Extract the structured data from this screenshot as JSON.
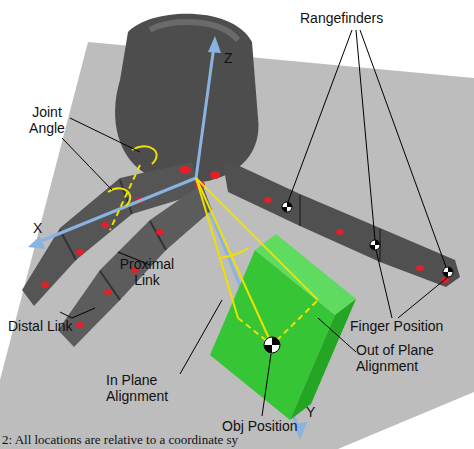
{
  "diagram": {
    "caption": "2: All locations are relative to a coordinate sy",
    "labels": [
      "Rangefinders",
      "Z",
      "Joint Angle",
      "X",
      "Proximal Link",
      "Distal Link",
      "Finger Position",
      "Out of Plane Alignment",
      "In Plane Alignment",
      "Y",
      "Obj Position"
    ]
  }
}
